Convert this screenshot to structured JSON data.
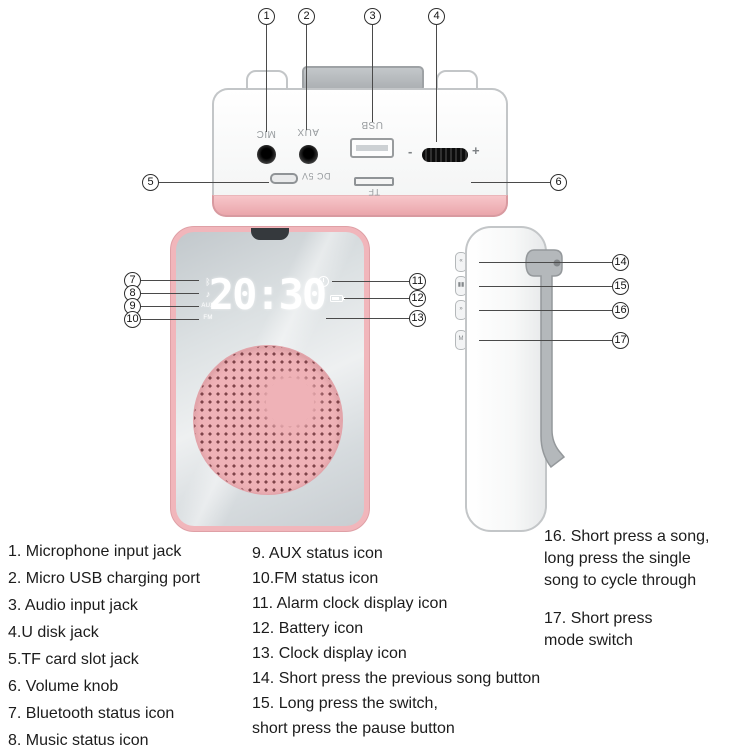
{
  "device": {
    "top_labels": {
      "mic": "MIC",
      "aux": "AUX",
      "usb": "USB",
      "dc": "DC 5V",
      "tf": "TF",
      "volume_minus": "-",
      "volume_plus": "+"
    },
    "display": {
      "time": "20:30",
      "bluetooth_icon": "ᛒ",
      "music_icon": "♪",
      "aux_label": "AUX",
      "fm_label": "FM"
    },
    "side_buttons": {
      "prev": "«",
      "pause": "▮▮",
      "next": "»",
      "mode": "M"
    }
  },
  "callouts": [
    "1",
    "2",
    "3",
    "4",
    "5",
    "6",
    "7",
    "8",
    "9",
    "10",
    "11",
    "12",
    "13",
    "14",
    "15",
    "16",
    "17"
  ],
  "legend": {
    "col1": [
      "1. Microphone input jack",
      "2. Micro USB charging port",
      "3. Audio input jack",
      "4.U disk jack",
      "5.TF card slot jack",
      "6. Volume knob",
      "7. Bluetooth status icon",
      "8. Music status icon"
    ],
    "col2": [
      "9. AUX status icon",
      "10.FM status icon",
      "11. Alarm clock display icon",
      "12. Battery icon",
      "13. Clock display icon",
      "14. Short press the previous song button",
      "15. Long press the switch,\nshort press the pause button"
    ],
    "col3": [
      "16. Short press a song,\nlong press the single\nsong to cycle through",
      "17. Short press\nmode switch"
    ]
  },
  "colors": {
    "pink": "#f1b6bb",
    "grille_dot": "#7f444a",
    "leader_line": "#4a4a4a"
  }
}
